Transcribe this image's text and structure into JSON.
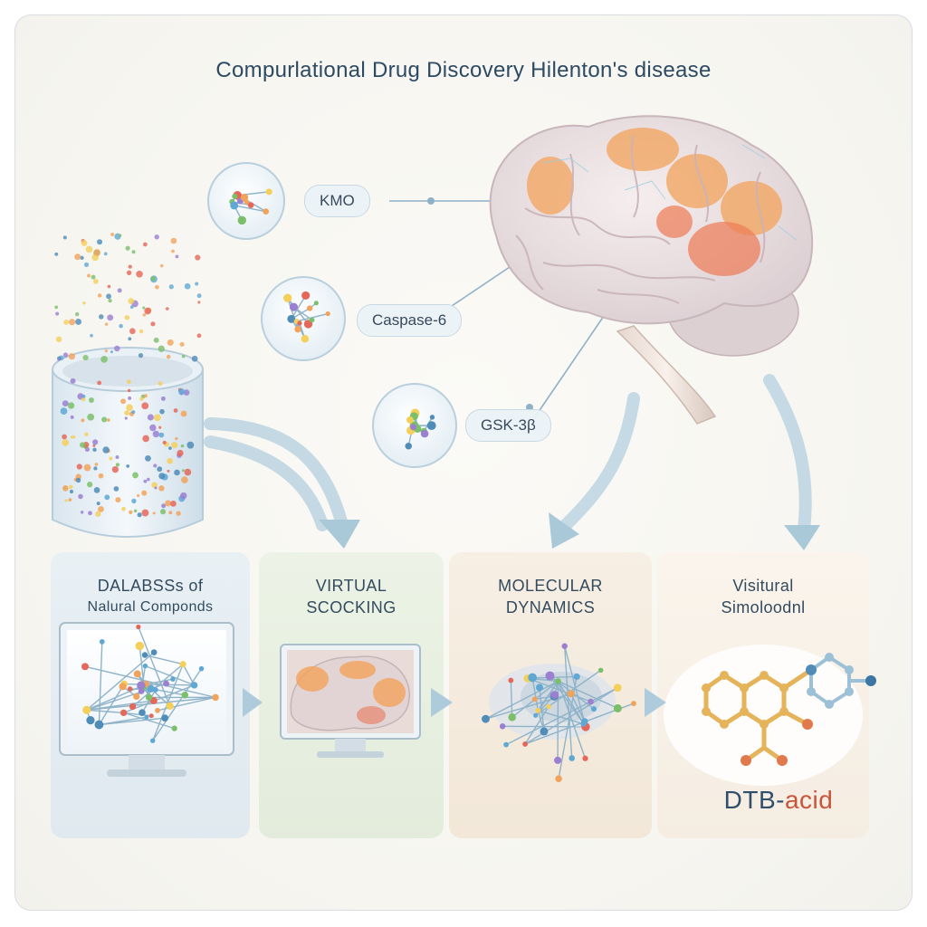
{
  "title": "Compurlational Drug Discovery Hilenton's disease",
  "targets": [
    {
      "label": "KMO"
    },
    {
      "label": "Caspase-6"
    },
    {
      "label": "GSK-3β"
    }
  ],
  "pipeline": [
    {
      "title_line1": "DALABSSs of",
      "title_line2": "Nalural Componds"
    },
    {
      "title_line1": "VIRTUAL",
      "title_line2": "SCOCKING"
    },
    {
      "title_line1": "MOLECULAR",
      "title_line2": "DYNAMICS"
    },
    {
      "title_line1": "Visitural",
      "title_line2": "Simoloodnl"
    }
  ],
  "result": {
    "prefix": "DTB-",
    "suffix": "acid"
  },
  "colors": {
    "title": "#2d4a63",
    "flow_arrow": "#b9d3e0",
    "accent_orange": "#f0a060",
    "accent_red": "#c8553a",
    "panel_blue": "#e6eef3",
    "panel_green": "#eaf1e3",
    "panel_peach": "#f6ecdf"
  }
}
